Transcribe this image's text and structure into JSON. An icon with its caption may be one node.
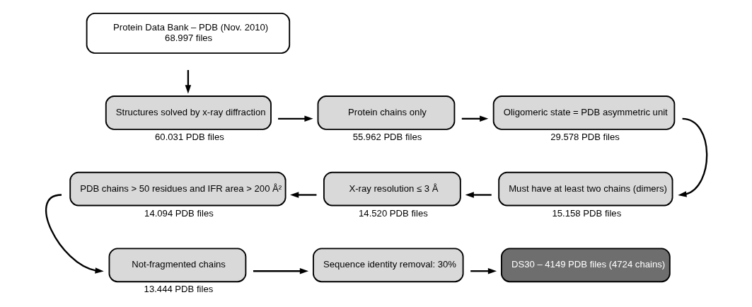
{
  "diagram": {
    "nodes": [
      {
        "text": [
          "Protein Data Bank – PDB (Nov. 2010)",
          "68.997 files"
        ]
      },
      {
        "text": [
          "Structures solved by x-ray diffraction"
        ],
        "beside": [
          "60.031 PDB files"
        ]
      },
      {
        "text": [
          "Protein chains only"
        ],
        "beside": [
          "55.962 PDB files"
        ]
      },
      {
        "text": [
          "Oligomeric state = PDB asymmetric unit"
        ],
        "beside": [
          "29.578 PDB files"
        ]
      },
      {
        "text": [
          "Must have at least two chains (dimers)"
        ],
        "beside": [
          "15.158 PDB files"
        ]
      },
      {
        "text": [
          "X-ray resolution ≤ 3 Å"
        ],
        "beside": [
          "14.520 PDB files"
        ]
      },
      {
        "text": [
          "PDB chains > 50 residues and IFR area > 200 Å²"
        ],
        "beside": [
          "14.094 PDB files"
        ]
      },
      {
        "text": [
          "Not-fragmented chains"
        ],
        "beside": [
          "13.444 PDB files"
        ]
      },
      {
        "text": [
          "Sequence identity removal: 30%"
        ]
      },
      {
        "text": [
          "DS30 – 4149 PDB files (4724 chains)"
        ]
      }
    ],
    "edges": [
      {
        "from": 0,
        "to": 1,
        "arrow": "to"
      },
      {
        "from": 1,
        "to": 2,
        "arrow": "to"
      },
      {
        "from": 2,
        "to": 3,
        "arrow": "to"
      },
      {
        "from": 3,
        "to": 4,
        "arrow": "to"
      },
      {
        "from": 4,
        "to": 5,
        "arrow": "to"
      },
      {
        "from": 5,
        "to": 6,
        "arrow": "to"
      },
      {
        "from": 6,
        "to": 7,
        "arrow": "to"
      },
      {
        "from": 7,
        "to": 8,
        "arrow": "to"
      },
      {
        "from": 8,
        "to": 9,
        "arrow": "to"
      }
    ]
  }
}
